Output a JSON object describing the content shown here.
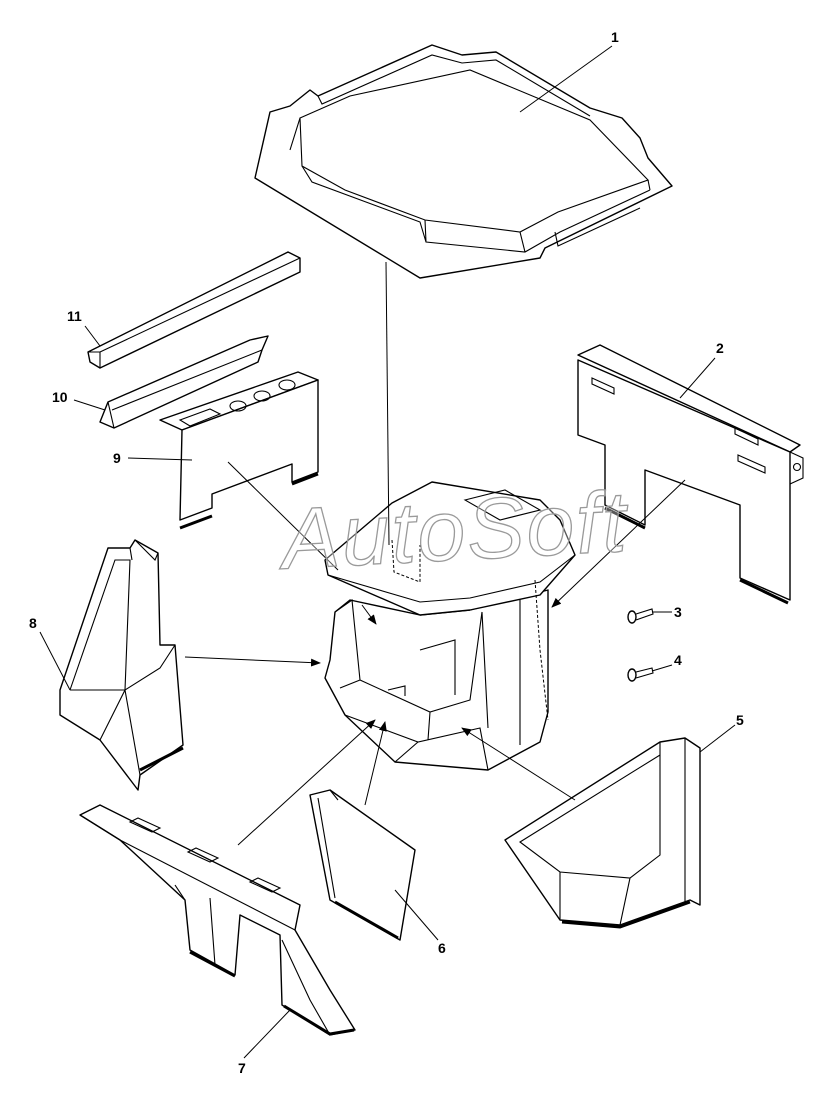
{
  "callouts": [
    "1",
    "2",
    "3",
    "4",
    "5",
    "6",
    "7",
    "8",
    "9",
    "10",
    "11"
  ],
  "watermark": "AutoSoft",
  "colors": {
    "line": "#000000",
    "background": "#ffffff",
    "watermark": "#9a9a9a"
  }
}
